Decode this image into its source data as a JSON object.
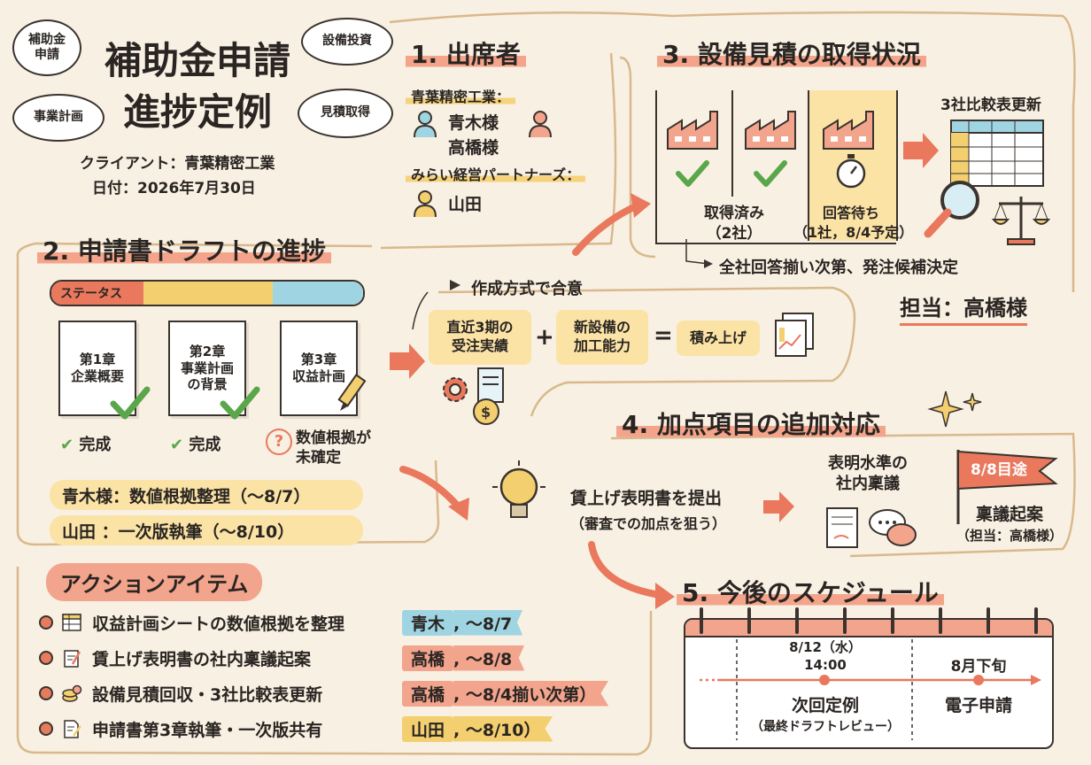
{
  "header": {
    "title_line1": "補助金申請",
    "title_line2": "進捗定例",
    "client": "クライアント：青葉精密工業",
    "date": "日付：2026年7月30日",
    "clouds": [
      "補助金\n申請",
      "設備投資",
      "事業計画",
      "見積取得"
    ]
  },
  "attendees": {
    "heading": "1. 出席者",
    "org1": "青葉精密工業：",
    "org1_people": [
      "青木様",
      "高橋様"
    ],
    "org2": "みらい経営パートナーズ：",
    "org2_people": [
      "山田"
    ]
  },
  "draft": {
    "heading": "2. 申請書ドラフトの進捗",
    "status_label": "ステータス",
    "chapters": [
      {
        "title": "第1章\n企業概要",
        "status": "完成"
      },
      {
        "title": "第2章\n事業計画\nの背景",
        "status": "完成"
      },
      {
        "title": "第3章\n収益計画",
        "status": "数値根拠が\n未確定"
      }
    ],
    "assignments": [
      "青木様：数値根拠整理（～8/7）",
      "山田 ：一次版執筆（～8/10）"
    ],
    "method_label": "作成方式で合意",
    "formula": [
      "直近3期の\n受注実績",
      "+",
      "新設備の\n加工能力",
      "=",
      "積み上げ"
    ]
  },
  "quotes": {
    "heading": "3. 設備見積の取得状況",
    "done_label": "取得済み\n（2社）",
    "wait_label": "回答待ち\n（1社，8/4予定）",
    "compare_label": "3社比較表更新",
    "next_step": "全社回答揃い次第、発注候補決定",
    "owner": "担当：高橋様"
  },
  "bonus": {
    "heading": "4. 加点項目の追加対応",
    "submit": "賃上げ表明書を提出",
    "submit_note": "（審査での加点を狙う）",
    "internal": "表明水準の\n社内稟議",
    "flag": "8/8目途",
    "approval": "稟議起案",
    "approval_owner": "（担当：高橋様）"
  },
  "actions": {
    "heading": "アクションアイテム",
    "items": [
      {
        "text": "収益計画シートの数値根拠を整理",
        "owner": "青木",
        "due": ", ～8/7",
        "color": "#9fd5e3",
        "icon": "spreadsheet-icon"
      },
      {
        "text": "賃上げ表明書の社内稟議起案",
        "owner": "高橋",
        "due": ", ～8/8",
        "color": "#f2a48d",
        "icon": "clipboard-icon"
      },
      {
        "text": "設備見積回収・3社比較表更新",
        "owner": "高橋",
        "due": ", ～8/4揃い次第）",
        "color": "#f2a48d",
        "icon": "coins-icon"
      },
      {
        "text": "申請書第3章執筆・一次版共有",
        "owner": "山田",
        "due": ", ～8/10）",
        "color": "#f3cf6f",
        "icon": "document-pen-icon"
      }
    ]
  },
  "schedule": {
    "heading": "5. 今後のスケジュール",
    "events": [
      {
        "date": "8/12（水）\n14:00",
        "label": "次回定例",
        "note": "（最終ドラフトレビュー）"
      },
      {
        "date": "8月下旬",
        "label": "電子申請",
        "note": ""
      }
    ]
  },
  "colors": {
    "accent": "#e9785d",
    "yellow": "#f3cf6f",
    "blue": "#9fd5e3",
    "background": "#f8f0e3"
  }
}
